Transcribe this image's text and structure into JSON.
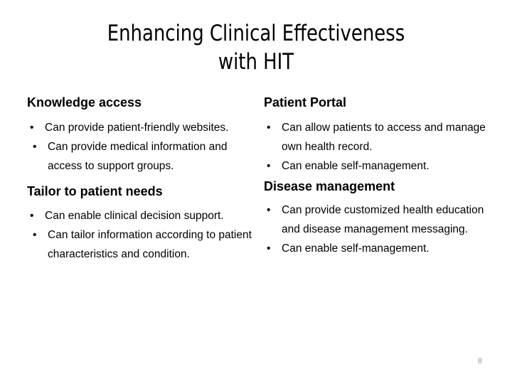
{
  "slide": {
    "title": "Enhancing Clinical Effectiveness\nwith HIT",
    "page_number": "8",
    "text_color": "#000000",
    "background_color": "#ffffff",
    "page_number_color": "#9a9a9a",
    "bullet_glyph": "•"
  },
  "columns": {
    "left": {
      "sections": [
        {
          "heading": "Knowledge access",
          "bullets": [
            "Can provide patient-friendly websites.",
            "Can provide medical information and access to support groups."
          ]
        },
        {
          "heading": "Tailor to patient needs",
          "bullets": [
            "Can enable clinical decision support.",
            "Can tailor information according to patient characteristics and condition."
          ]
        }
      ]
    },
    "right": {
      "sections": [
        {
          "heading": "Patient Portal",
          "bullets": [
            "Can allow patients to access and manage own health record.",
            "Can enable self-management."
          ]
        },
        {
          "heading": "Disease management",
          "bullets": [
            "Can provide customized health education and disease management messaging.",
            "Can enable self-management."
          ]
        }
      ]
    }
  }
}
